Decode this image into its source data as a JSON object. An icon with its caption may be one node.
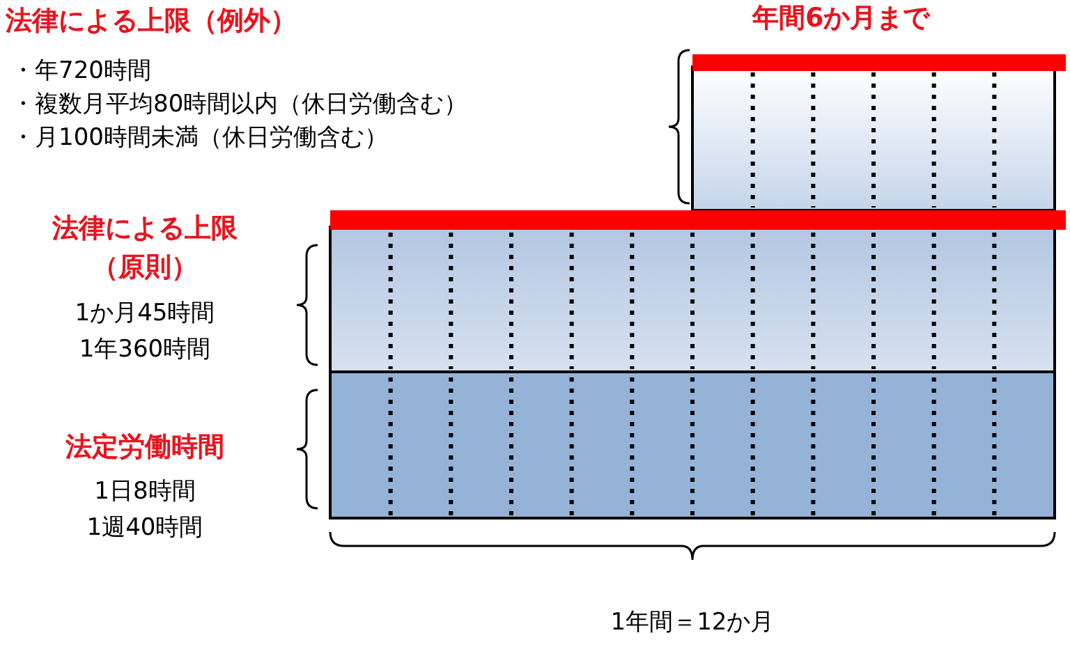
{
  "diagram": {
    "labels": [
      "法律による上限（例外）",
      "・年720時間",
      "・複数月平均80時間以内（休日労働含む）",
      "・月100時間未満（休日労働含む）",
      "年間6か月まで",
      "法律による上限（原則）",
      "1か月45時間",
      "1年360時間",
      "法定労働時間",
      "1日8時間",
      "1週40時間",
      "1年間＝12か月"
    ]
  }
}
